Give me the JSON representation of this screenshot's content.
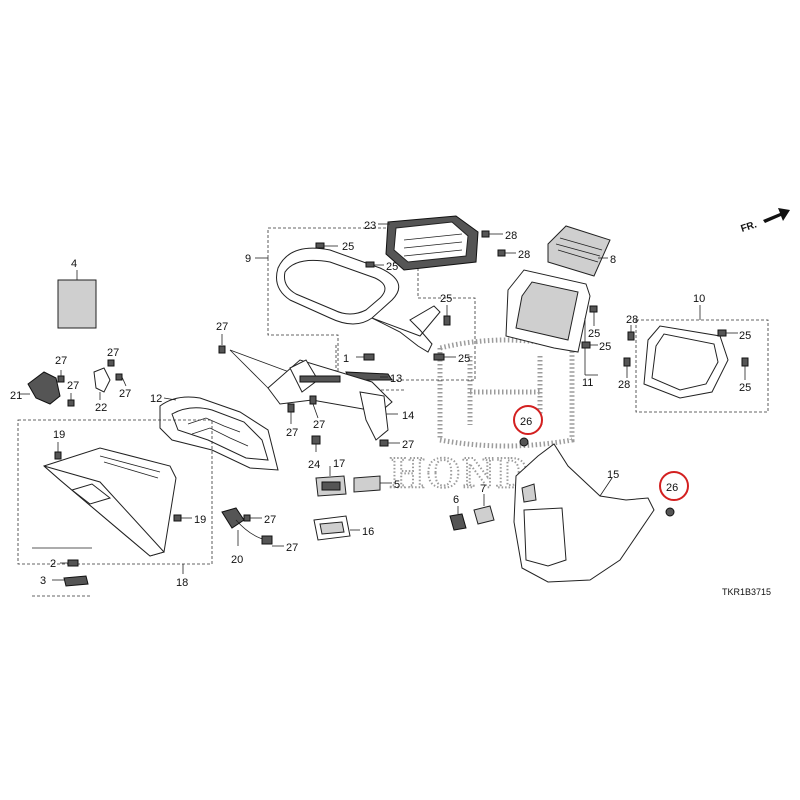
{
  "diagram": {
    "ref_code": "TKR1B3715",
    "direction": "FR.",
    "watermark": "HONDA",
    "highlight_color": "#d32020",
    "callouts": {
      "c1": "1",
      "c2": "2",
      "c3": "3",
      "c4": "4",
      "c5": "5",
      "c6": "6",
      "c7": "7",
      "c8": "8",
      "c9": "9",
      "c10": "10",
      "c11": "11",
      "c12": "12",
      "c13": "13",
      "c14": "14",
      "c15": "15",
      "c16": "16",
      "c17": "17",
      "c18": "18",
      "c19": "19",
      "c20": "20",
      "c21": "21",
      "c22": "22",
      "c23": "23",
      "c24": "24",
      "c25": "25",
      "c26": "26",
      "c27": "27",
      "c28": "28"
    }
  }
}
